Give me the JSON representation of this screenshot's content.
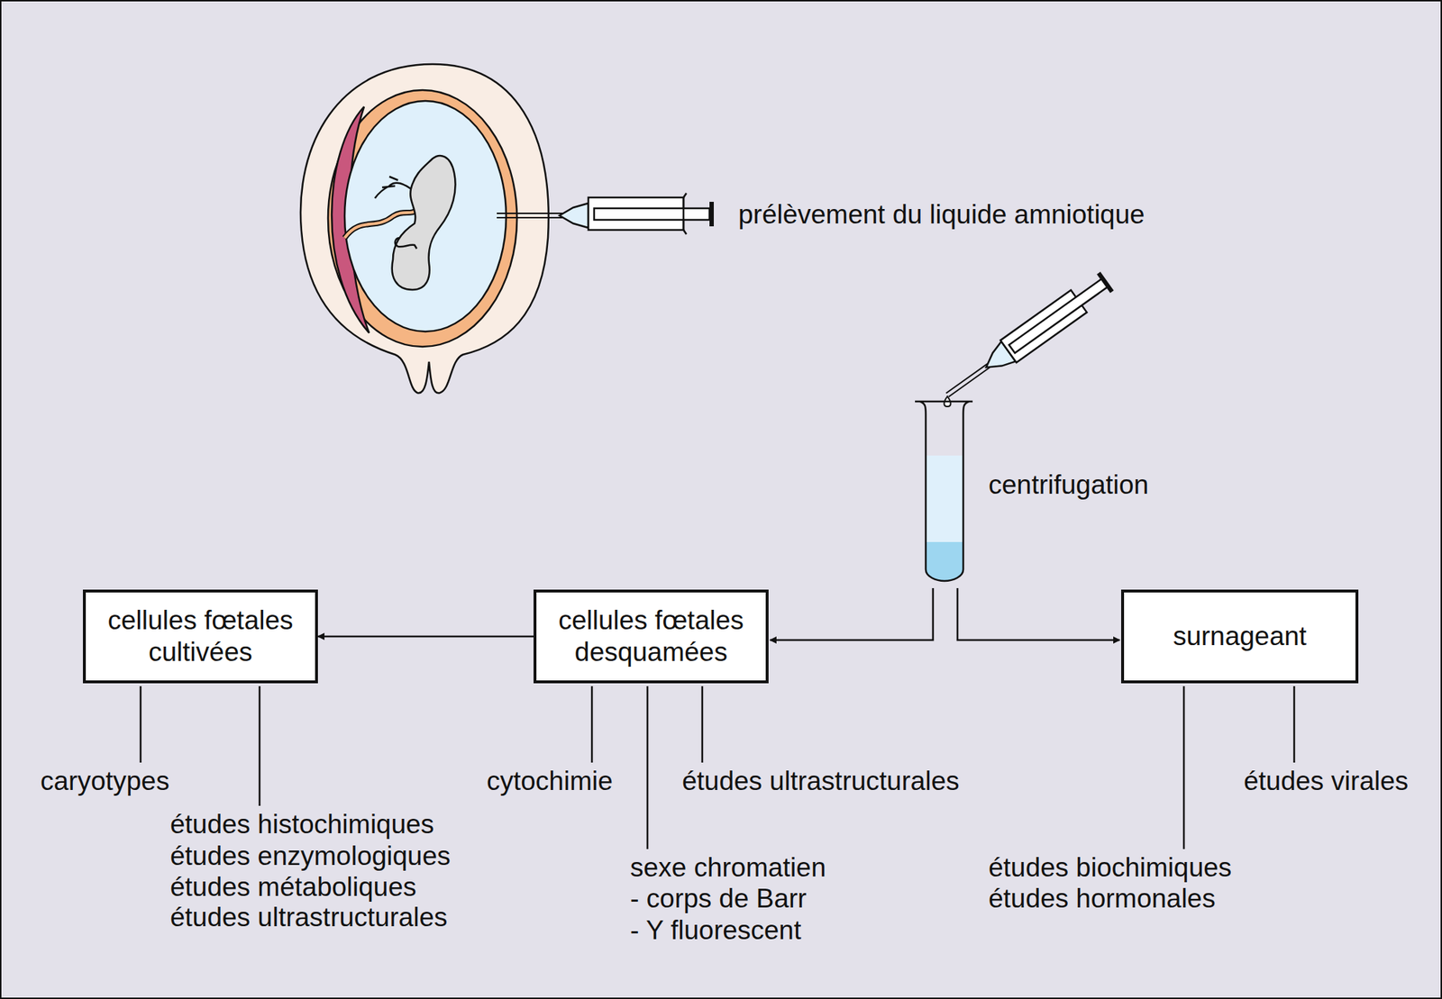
{
  "diagram": {
    "nodes": [
      {
        "text": [
          "cellules fœtales cultivées"
        ]
      },
      {
        "text": [
          "cellules fœtales desquamées"
        ]
      },
      {
        "text": [
          "surnageant"
        ]
      }
    ],
    "edges": [
      {
        "from": 1,
        "to": 0,
        "arrow": "to"
      }
    ],
    "labels": [
      "prélèvement du liquide amniotique",
      "centrifugation",
      "caryotypes",
      "études histochimiques",
      "études enzymologiques",
      "études métaboliques",
      "études ultrastructurales",
      "cytochimie",
      "études ultrastructurales",
      "sexe chromatien",
      "- corps de Barr",
      "- Y fluorescent",
      "études biochimiques",
      "études hormonales",
      "études virales"
    ]
  }
}
